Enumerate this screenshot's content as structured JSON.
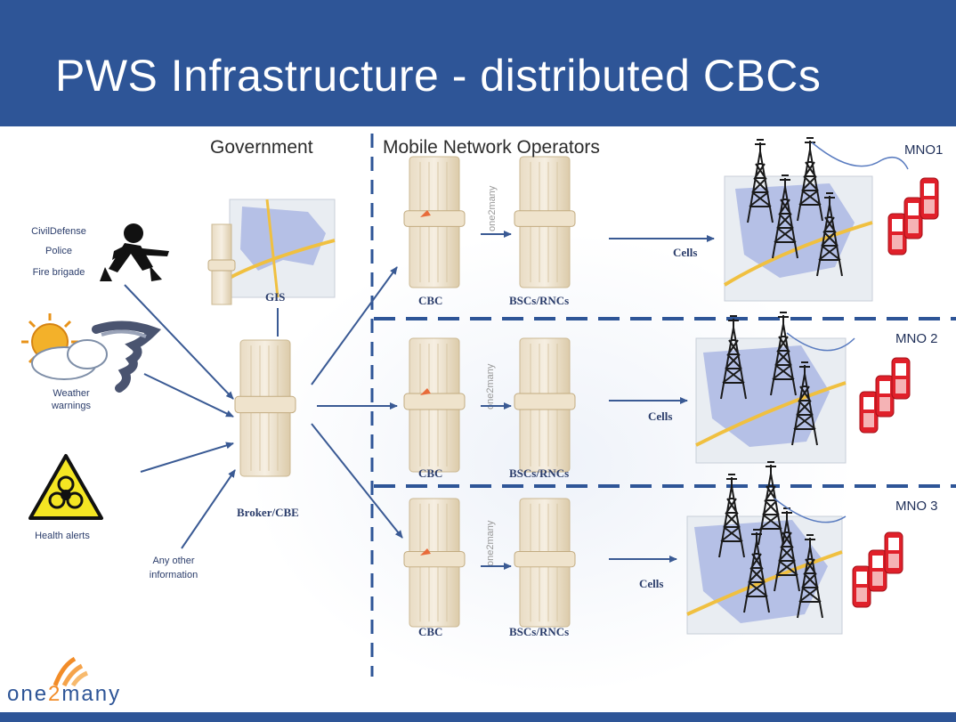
{
  "slide": {
    "title": "PWS Infrastructure  - distributed CBCs",
    "sections": {
      "government": "Government",
      "operators": "Mobile Network Operators"
    },
    "sources": {
      "civil": [
        "CivilDefense",
        "Police",
        "Fire brigade"
      ],
      "weather": [
        "Weather",
        "warnings"
      ],
      "health": "Health alerts",
      "other": [
        "Any other",
        "information"
      ]
    },
    "government_nodes": {
      "gis": "GIS",
      "broker": "Broker/CBE"
    },
    "mno_rows": [
      {
        "name": "MNO1",
        "cbc": "CBC",
        "bsc": "BSCs/RNCs",
        "cells": "Cells",
        "server_brand": "one2many"
      },
      {
        "name": "MNO 2",
        "cbc": "CBC",
        "bsc": "BSCs/RNCs",
        "cells": "Cells",
        "server_brand": "one2many"
      },
      {
        "name": "MNO 3",
        "cbc": "CBC",
        "bsc": "BSCs/RNCs",
        "cells": "Cells",
        "server_brand": "one2many"
      }
    ],
    "logo": {
      "prefix": "one",
      "accent": "2",
      "suffix": "many",
      "accent_color": "#f28c28"
    },
    "colors": {
      "header": "#2e5597",
      "arrow": "#3a5a94",
      "divider": "#2e5597"
    },
    "icons": [
      "soldier-icon",
      "sun-icon",
      "tornado-icon",
      "biohazard-icon",
      "map-icon",
      "server-icon",
      "tower-icon",
      "phone-icon"
    ]
  }
}
